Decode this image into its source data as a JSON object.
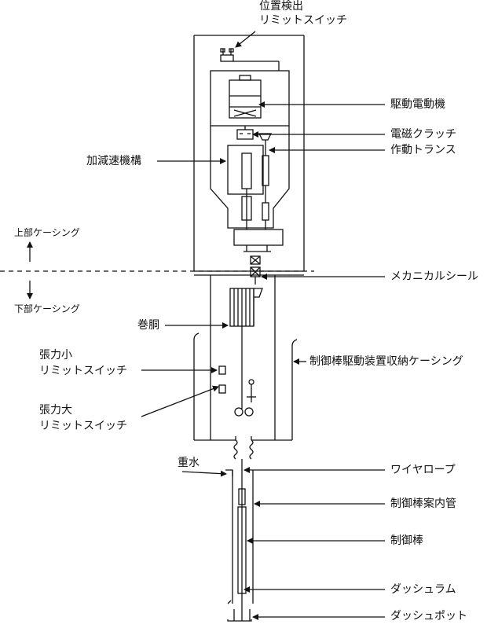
{
  "diagram": {
    "labels": {
      "limit_switch_position": [
        "位置検出",
        "リミットスイッチ"
      ],
      "drive_motor": "駆動電動機",
      "electromagnetic_clutch": "電磁クラッチ",
      "differential_transformer": "作動トランス",
      "acceleration_mechanism": "加減速機構",
      "upper_casing": "上部ケーシング",
      "lower_casing": "下部ケーシング",
      "mechanical_seal": "メカニカルシール",
      "drum": "巻胴",
      "limit_switch_low_tension": [
        "張力小",
        "リミットスイッチ"
      ],
      "limit_switch_high_tension": [
        "張力大",
        "リミットスイッチ"
      ],
      "housing_casing": "制御棒駆動装置収納ケーシング",
      "heavy_water": "重水",
      "wire_rope": "ワイヤロープ",
      "guide_tube": "制御棒案内管",
      "control_rod": "制御棒",
      "dash_ram": "ダッシュラム",
      "dash_pot": "ダッシュポット"
    },
    "colors": {
      "line": "#111111",
      "background": "#ffffff"
    }
  }
}
